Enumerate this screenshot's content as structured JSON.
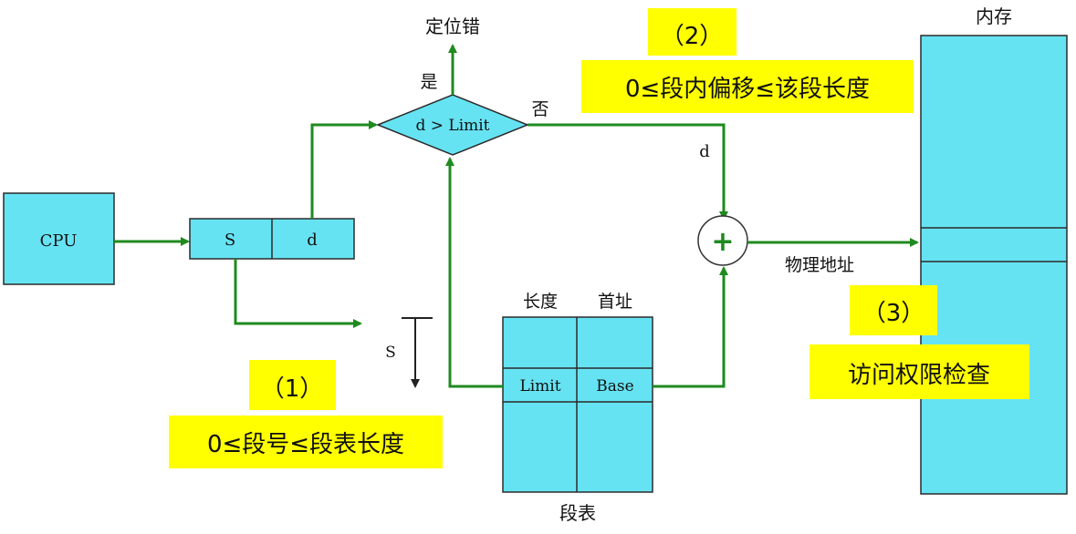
{
  "cpu_label": "CPU",
  "logical_address": {
    "segment": "S",
    "offset": "d"
  },
  "decision": {
    "text": "d > Limit",
    "yes_label": "是",
    "no_label": "否",
    "yes_result": "定位错"
  },
  "adder_symbol": "+",
  "offset_arrow_label": "d",
  "segment_arrow_label": "S",
  "physical_address_label": "物理地址",
  "segment_table": {
    "title": "段表",
    "col_length": "长度",
    "col_base": "首址",
    "entry_limit": "Limit",
    "entry_base": "Base"
  },
  "memory_label": "内存",
  "notes": {
    "n1_num": "（1）",
    "n1_text": "0≤段号≤段表长度",
    "n2_num": "（2）",
    "n2_text": "0≤段内偏移≤该段长度",
    "n3_num": "（3）",
    "n3_text": "访问权限检查"
  },
  "colors": {
    "box_fill": "#66e3f2",
    "arrow": "#1f8a1f",
    "note_bg": "#ffff00"
  }
}
